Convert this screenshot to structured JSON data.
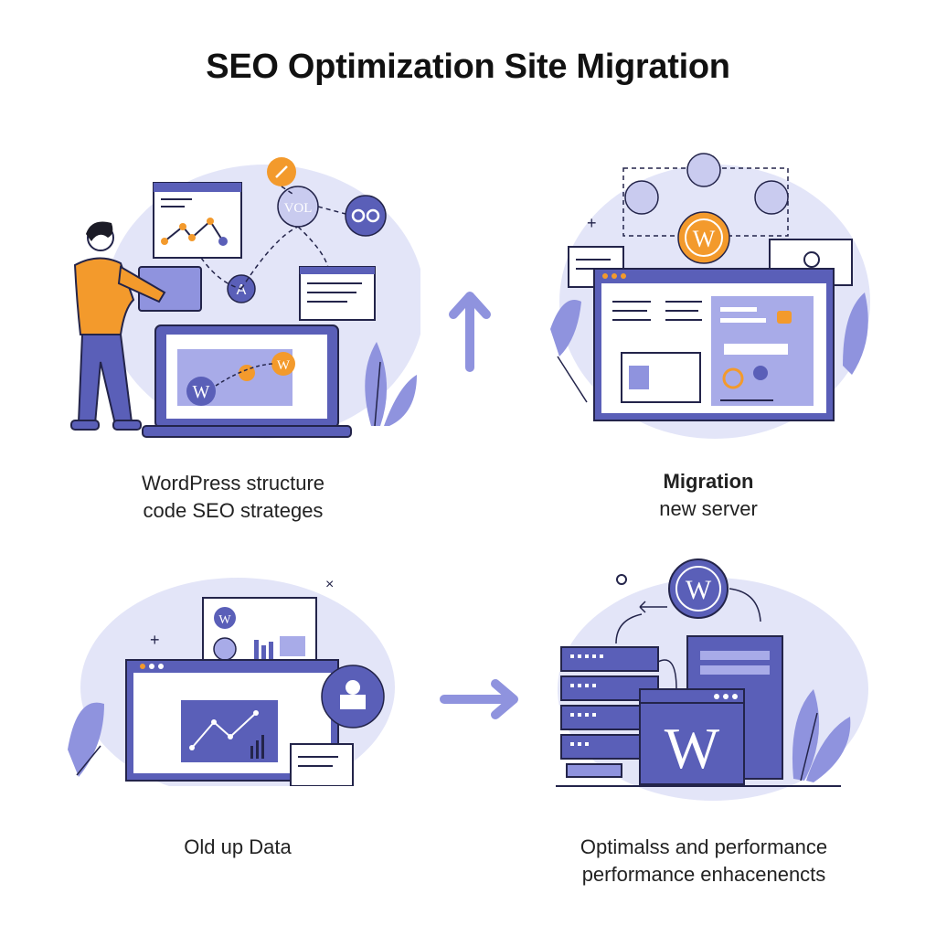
{
  "header": {
    "title": "SEO Optimization Site Migration"
  },
  "panels": {
    "p1": {
      "line1": "WordPress structure",
      "line2": "code SEO strateges",
      "badges": {
        "vol": "VOL",
        "a": "A"
      }
    },
    "p2": {
      "line1": "Migration",
      "line2": "new server"
    },
    "p3": {
      "line1": "Old up Data"
    },
    "p4": {
      "line1": "Optimalss and performance",
      "line2": "performance enhacenencts"
    }
  },
  "colors": {
    "primary": "#5a5fb8",
    "light": "#e3e5f8",
    "mid": "#8f93de",
    "accent": "#f39a2c",
    "dark": "#23244a"
  }
}
